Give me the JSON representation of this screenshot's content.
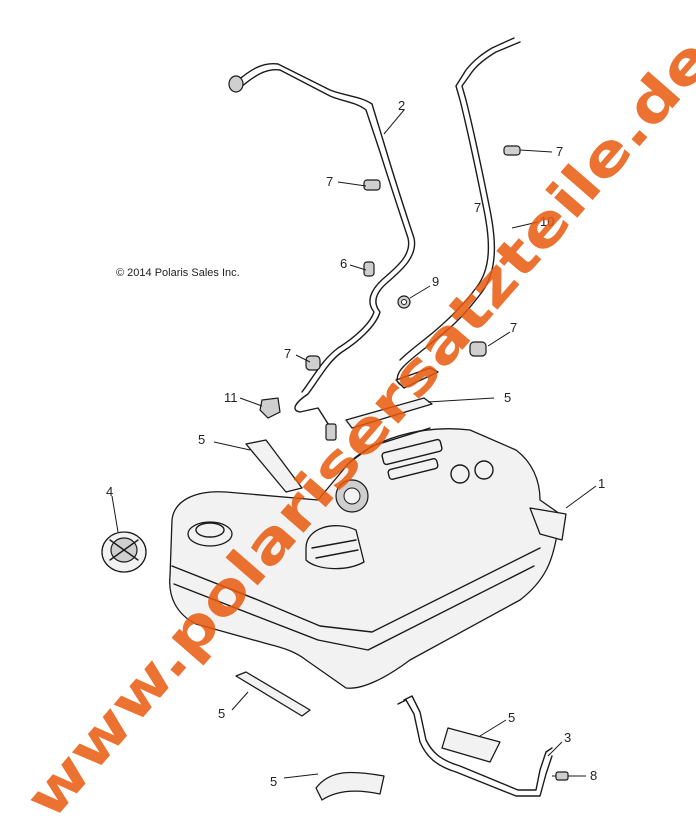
{
  "copyright": "© 2014 Polaris Sales Inc.",
  "watermark": {
    "text": "www.polarisersatzteile.de",
    "color": "#e8590c"
  },
  "callouts": [
    {
      "id": "1",
      "label": "1"
    },
    {
      "id": "2",
      "label": "2"
    },
    {
      "id": "3",
      "label": "3"
    },
    {
      "id": "4",
      "label": "4"
    },
    {
      "id": "5a",
      "label": "5"
    },
    {
      "id": "5b",
      "label": "5"
    },
    {
      "id": "5c",
      "label": "5"
    },
    {
      "id": "5d",
      "label": "5"
    },
    {
      "id": "5e",
      "label": "5"
    },
    {
      "id": "6",
      "label": "6"
    },
    {
      "id": "7a",
      "label": "7"
    },
    {
      "id": "7b",
      "label": "7"
    },
    {
      "id": "7c",
      "label": "7"
    },
    {
      "id": "7d",
      "label": "7"
    },
    {
      "id": "7e",
      "label": "7"
    },
    {
      "id": "8",
      "label": "8"
    },
    {
      "id": "9",
      "label": "9"
    },
    {
      "id": "10",
      "label": "10"
    },
    {
      "id": "11",
      "label": "11"
    }
  ]
}
